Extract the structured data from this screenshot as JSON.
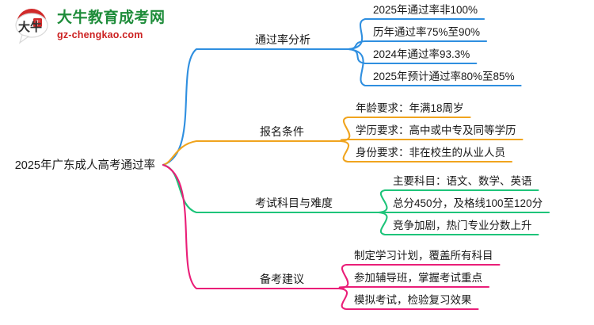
{
  "logo": {
    "mark_text": "大牛",
    "title": "大牛教育成考网",
    "subtitle": "gz-chengkao.com",
    "title_color": "#1e8c3a",
    "subtitle_color": "#cc2121",
    "mark_color": "#cc2121"
  },
  "mindmap": {
    "root": "2025年广东成人高考通过率",
    "branches": [
      {
        "label": "通过率分析",
        "color": "#2f8fe0",
        "children": [
          "2025年通过率非100%",
          "历年通过率75%至90%",
          "2024年通过率93.3%",
          "2025年预计通过率80%至85%"
        ]
      },
      {
        "label": "报名条件",
        "color": "#f0a41e",
        "children": [
          "年龄要求：年满18周岁",
          "学历要求：高中或中专及同等学历",
          "身份要求：非在校生的从业人员"
        ]
      },
      {
        "label": "考试科目与难度",
        "color": "#1ec47a",
        "children": [
          "主要科目：语文、数学、英语",
          "总分450分，及格线100至120分",
          "竞争加剧，热门专业分数上升"
        ]
      },
      {
        "label": "备考建议",
        "color": "#ea1e78",
        "children": [
          "制定学习计划，覆盖所有科目",
          "参加辅导班，掌握考试重点",
          "模拟考试，检验复习效果"
        ]
      }
    ]
  }
}
